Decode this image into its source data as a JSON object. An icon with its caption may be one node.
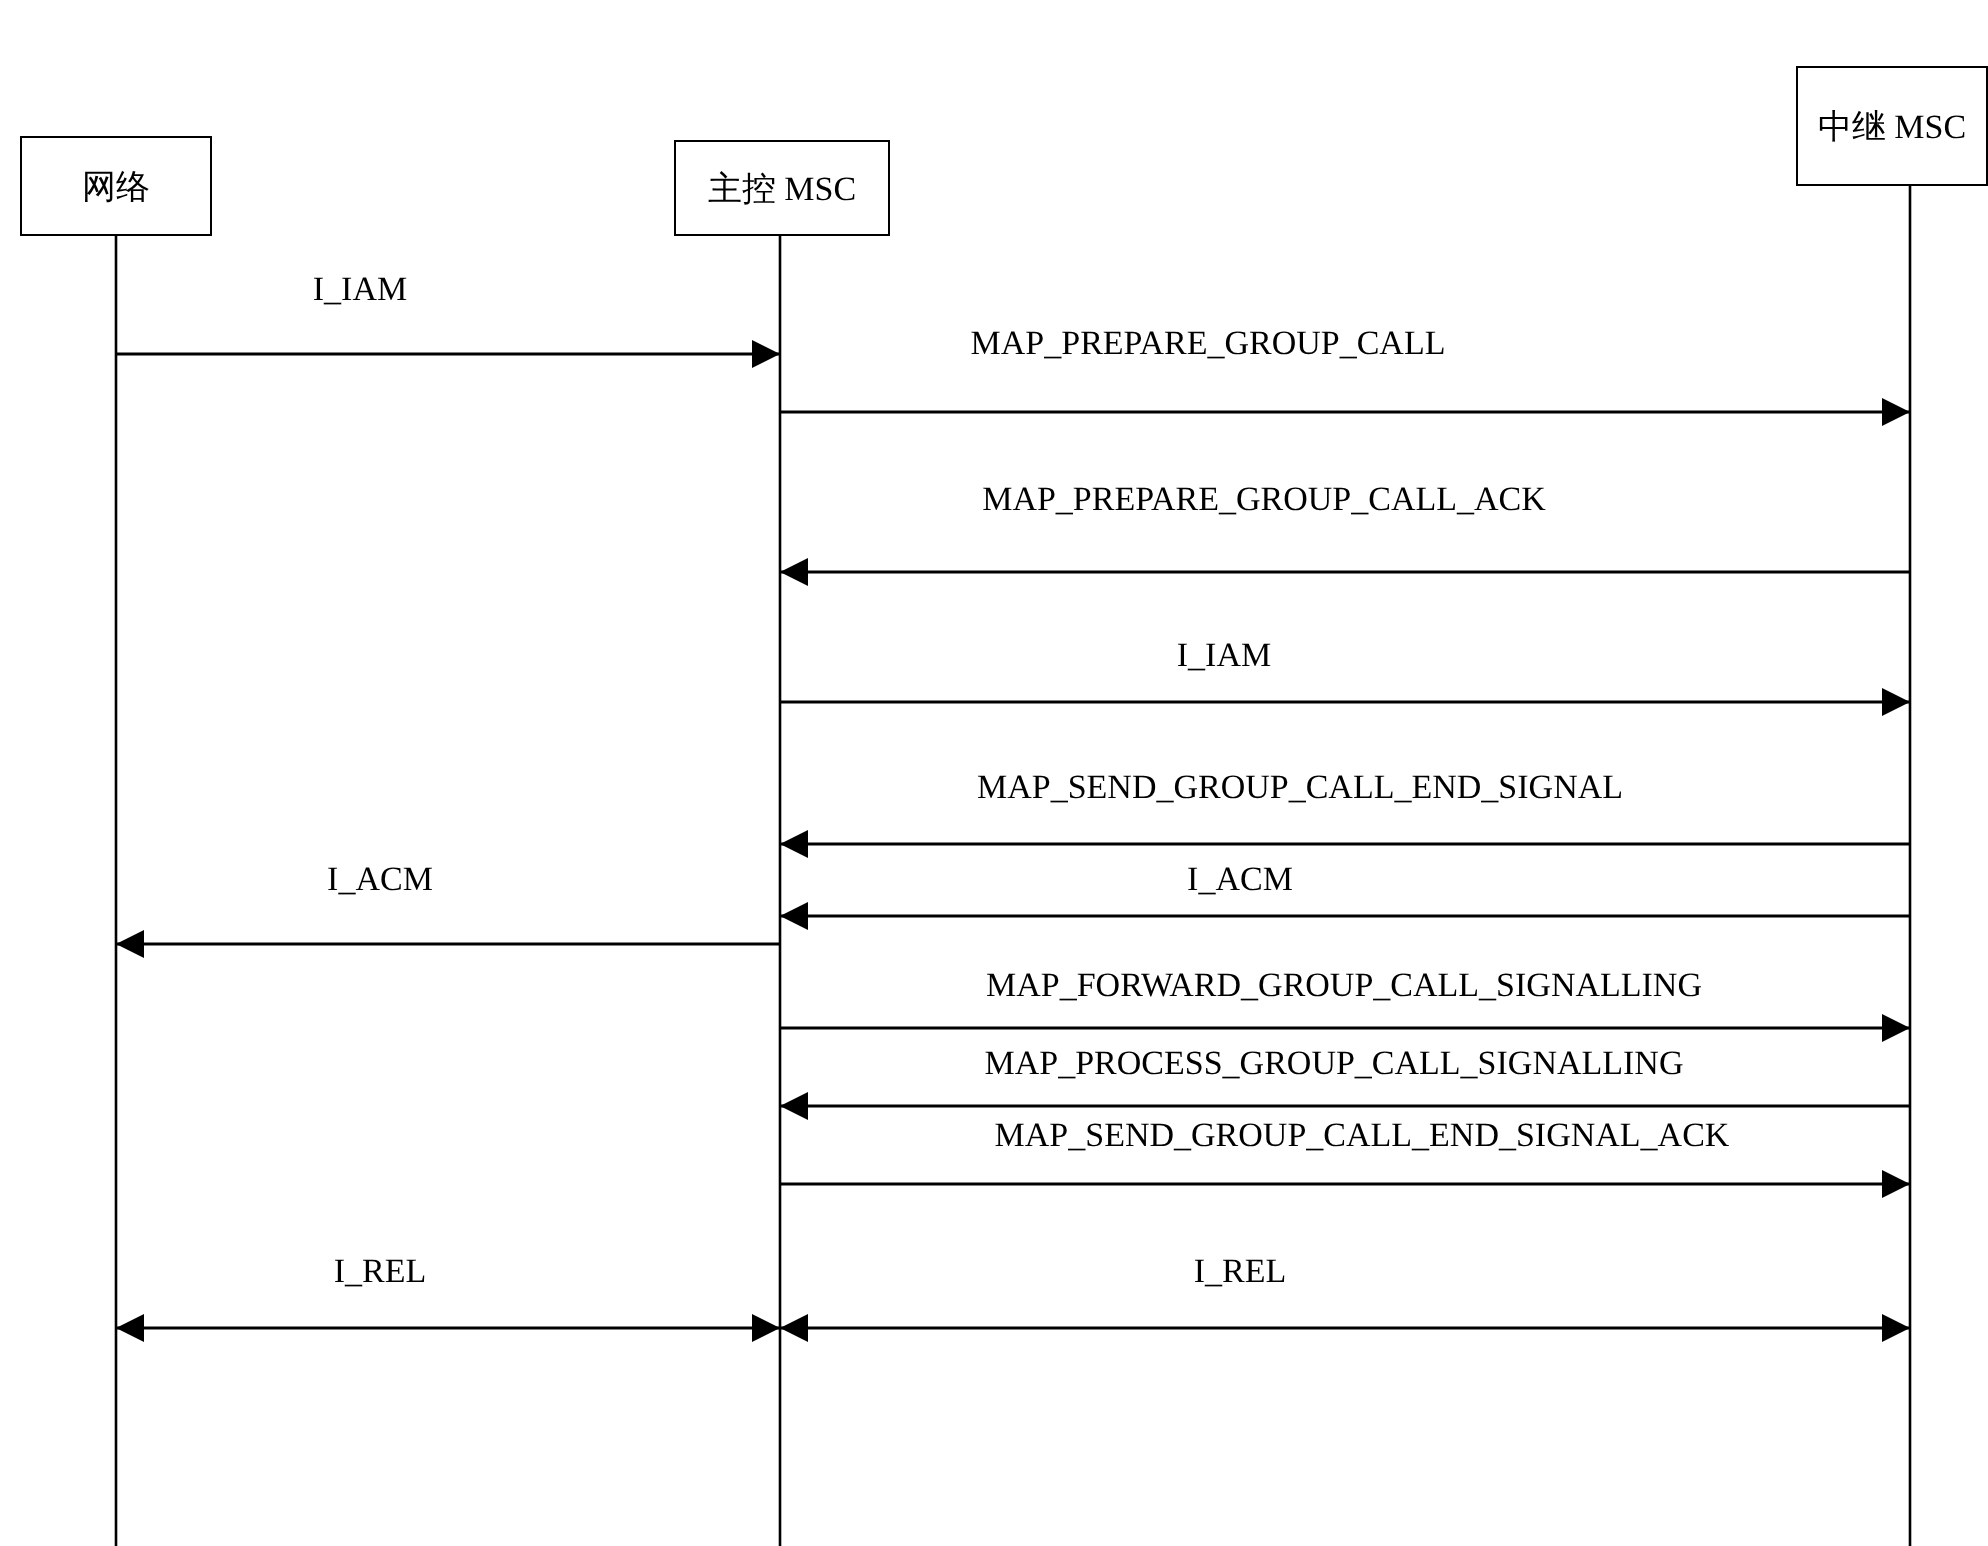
{
  "diagram": {
    "nodes": [
      {
        "text": [
          "网络"
        ]
      },
      {
        "text": [
          "主控 MSC"
        ]
      },
      {
        "text": [
          "中继 MSC"
        ]
      }
    ],
    "edges": [
      {
        "from": 0,
        "to": 1,
        "arrow": "to",
        "label": "I_IAM"
      },
      {
        "from": 1,
        "to": 2,
        "arrow": "to",
        "label": "MAP_PREPARE_GROUP_CALL"
      },
      {
        "from": 2,
        "to": 1,
        "arrow": "to",
        "label": "MAP_PREPARE_GROUP_CALL_ACK"
      },
      {
        "from": 1,
        "to": 2,
        "arrow": "to",
        "label": "I_IAM"
      },
      {
        "from": 2,
        "to": 1,
        "arrow": "to",
        "label": "MAP_SEND_GROUP_CALL_END_SIGNAL"
      },
      {
        "from": 2,
        "to": 1,
        "arrow": "to",
        "label": "I_ACM"
      },
      {
        "from": 1,
        "to": 0,
        "arrow": "to",
        "label": "I_ACM"
      },
      {
        "from": 1,
        "to": 2,
        "arrow": "to",
        "label": "MAP_FORWARD_GROUP_CALL_SIGNALLING"
      },
      {
        "from": 2,
        "to": 1,
        "arrow": "to",
        "label": "MAP_PROCESS_GROUP_CALL_SIGNALLING"
      },
      {
        "from": 1,
        "to": 2,
        "arrow": "to",
        "label": "MAP_SEND_GROUP_CALL_END_SIGNAL_ACK"
      },
      {
        "from": 0,
        "to": 1,
        "arrow": "both",
        "label": "I_REL"
      },
      {
        "from": 1,
        "to": 2,
        "arrow": "both",
        "label": "I_REL"
      }
    ]
  }
}
